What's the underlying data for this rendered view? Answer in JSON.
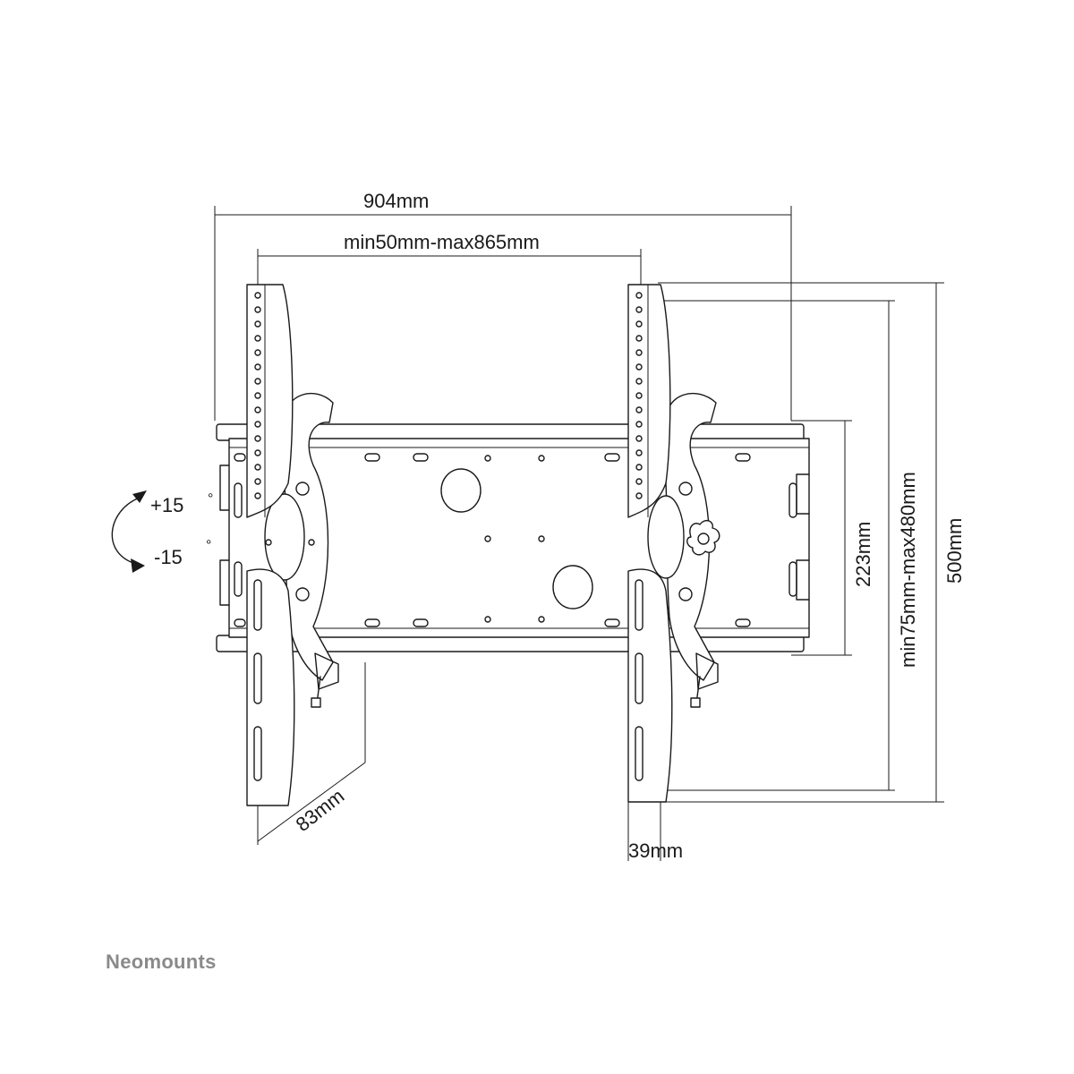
{
  "dimensions": {
    "overall_width": "904mm",
    "hole_span": "min50mm-max865mm",
    "plate_height": "223mm",
    "vesa_height": "min75mm-max480mm",
    "overall_height": "500mm",
    "depth": "83mm",
    "arm_width": "39mm"
  },
  "tilt": {
    "up": "+15",
    "down": "-15",
    "degree_symbol": "°"
  },
  "brand": {
    "name": "Neomounts"
  }
}
